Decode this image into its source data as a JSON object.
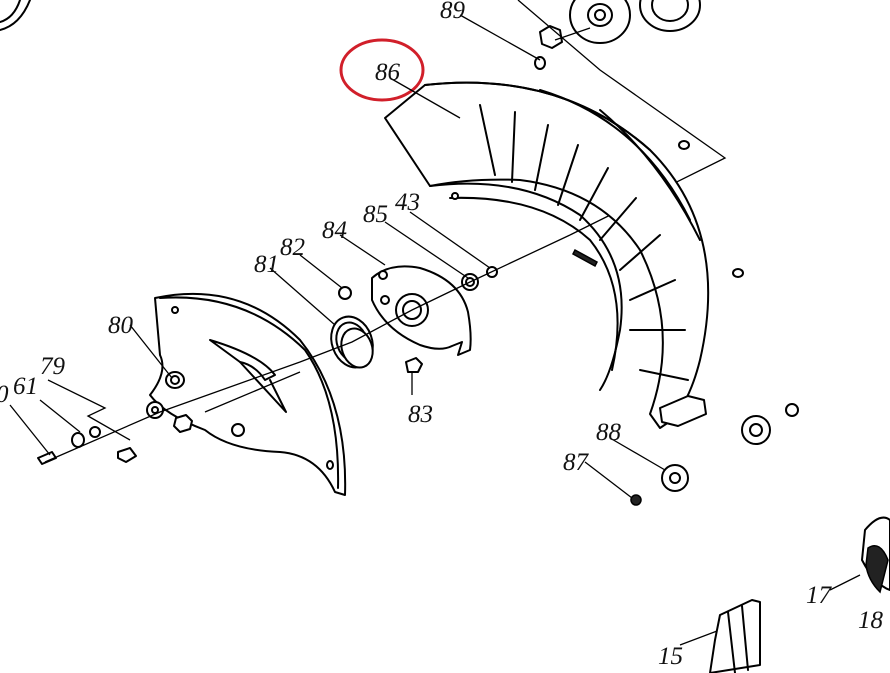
{
  "labels": {
    "p89": "89",
    "p86": "86",
    "p85": "85",
    "p43": "43",
    "p84": "84",
    "p82": "82",
    "p81": "81",
    "p80": "80",
    "p79": "79",
    "p61": "61",
    "p60": "0",
    "p83": "83",
    "p88": "88",
    "p87": "87",
    "p17": "17",
    "p18": "18",
    "p15": "15"
  },
  "colors": {
    "highlight": "#d11f2a",
    "ink": "#000000"
  }
}
